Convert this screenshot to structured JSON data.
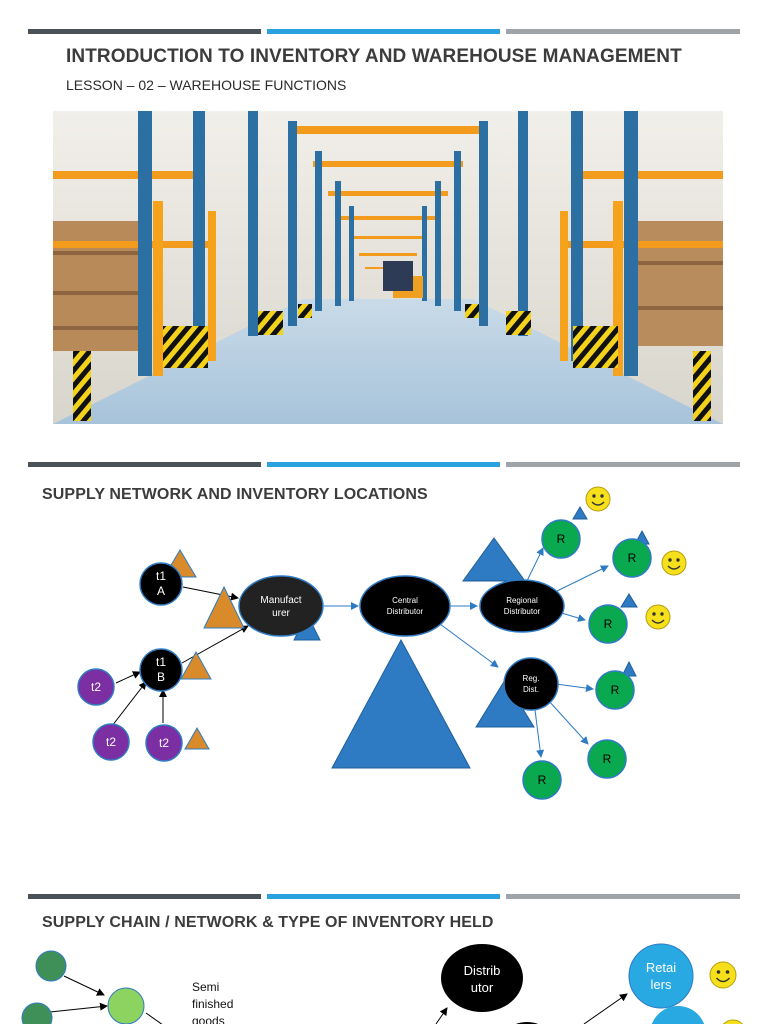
{
  "slide1": {
    "title": "INTRODUCTION TO INVENTORY AND WAREHOUSE MANAGEMENT",
    "subtitle": "LESSON – 02 – WAREHOUSE FUNCTIONS",
    "image_subject": "warehouse aisle with blue and orange pallet racking"
  },
  "slide2": {
    "title": "SUPPLY NETWORK AND INVENTORY LOCATIONS",
    "nodes": {
      "t1a": "t1\nA",
      "t1b": "t1\nB",
      "t2": "t2",
      "manufacturer": "Manufact\nurer",
      "central": "Central\nDistributor",
      "regional": "Regional\nDistributor",
      "reg_dist": "Reg.\nDist.",
      "retailer": "R"
    }
  },
  "slide3": {
    "title": "SUPPLY CHAIN / NETWORK & TYPE OF INVENTORY HELD",
    "semi_label": "Semi\nfinished\ngoods",
    "distributor": "Distrib\nutor",
    "retailers": "Retai\nlers"
  },
  "colors": {
    "dark_bar": "#4a5157",
    "accent_blue": "#2aa2e0",
    "grey_bar": "#9ea4a8",
    "node_black": "#000000",
    "node_purple": "#7b2fa3",
    "node_green": "#0aa84f",
    "triangle_orange": "#d98b2b",
    "triangle_blue": "#2e7bc4",
    "light_blue_node": "#29a9e1",
    "smiley_yellow": "#f5e01b"
  },
  "icons": [
    "smiley-icon",
    "inventory-triangle-icon"
  ]
}
